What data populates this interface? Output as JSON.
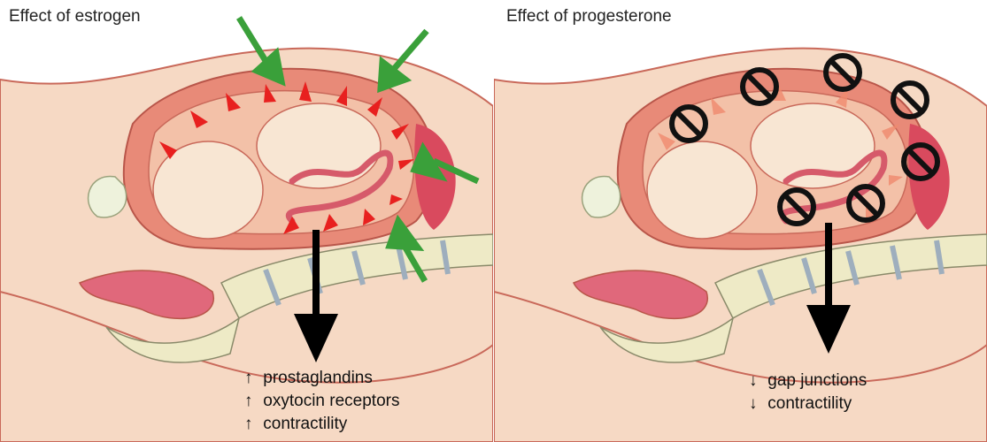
{
  "panels": {
    "estrogen": {
      "title": "Effect of estrogen",
      "effects": [
        {
          "arrow": "↑",
          "text": "prostaglandins"
        },
        {
          "arrow": "↑",
          "text": "oxytocin receptors"
        },
        {
          "arrow": "↑",
          "text": "contractility"
        }
      ]
    },
    "progesterone": {
      "title": "Effect of progesterone",
      "effects": [
        {
          "arrow": "↓",
          "text": "gap junctions"
        },
        {
          "arrow": "↓",
          "text": "contractility"
        }
      ]
    }
  },
  "colors": {
    "skin": "#f6d9c4",
    "skin_outline": "#c9695a",
    "uterus_wall": "#e88a78",
    "uterus_inner": "#f3c1a8",
    "fetus": "#f8e6d3",
    "placenta": "#d94a5e",
    "spine": "#eeeac6",
    "spine_gap": "#9eaebd",
    "contraction_arrow": "#e8201f",
    "hormone_arrow": "#3aa03a",
    "block_symbol": "#111111"
  }
}
